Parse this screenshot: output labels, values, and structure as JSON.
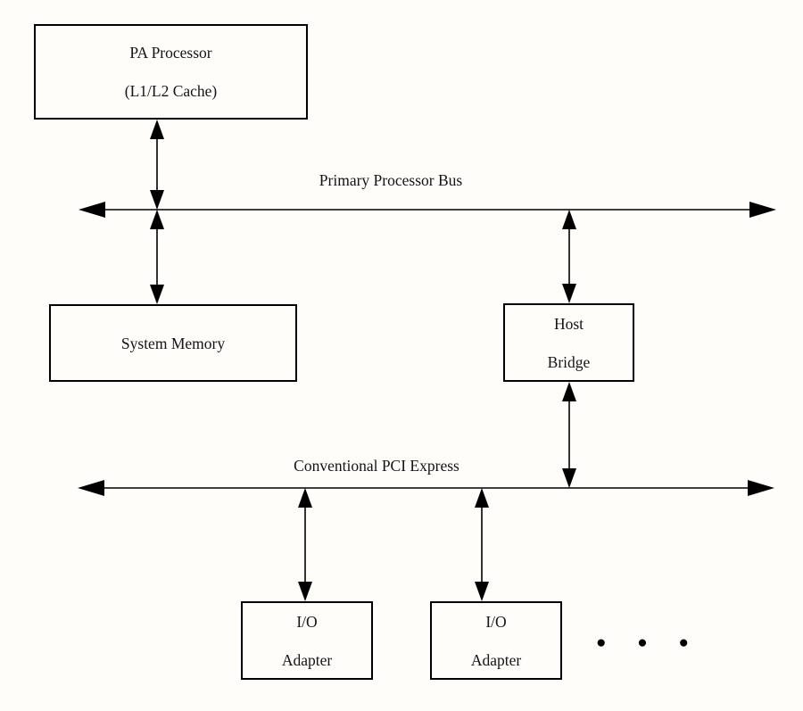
{
  "boxes": {
    "pa_processor": {
      "line1": "PA Processor",
      "line2": "(L1/L2 Cache)"
    },
    "system_memory": {
      "line1": "System Memory"
    },
    "host_bridge": {
      "line1": "Host",
      "line2": "Bridge"
    },
    "io_adapter_left": {
      "line1": "I/O",
      "line2": "Adapter"
    },
    "io_adapter_right": {
      "line1": "I/O",
      "line2": "Adapter"
    }
  },
  "buses": {
    "primary": {
      "label": "Primary Processor Bus"
    },
    "pci": {
      "label": "Conventional PCI Express"
    }
  },
  "ellipsis": "● ● ●",
  "colors": {
    "line": "#000000",
    "text": "#141414",
    "background": "#fffdfa"
  }
}
